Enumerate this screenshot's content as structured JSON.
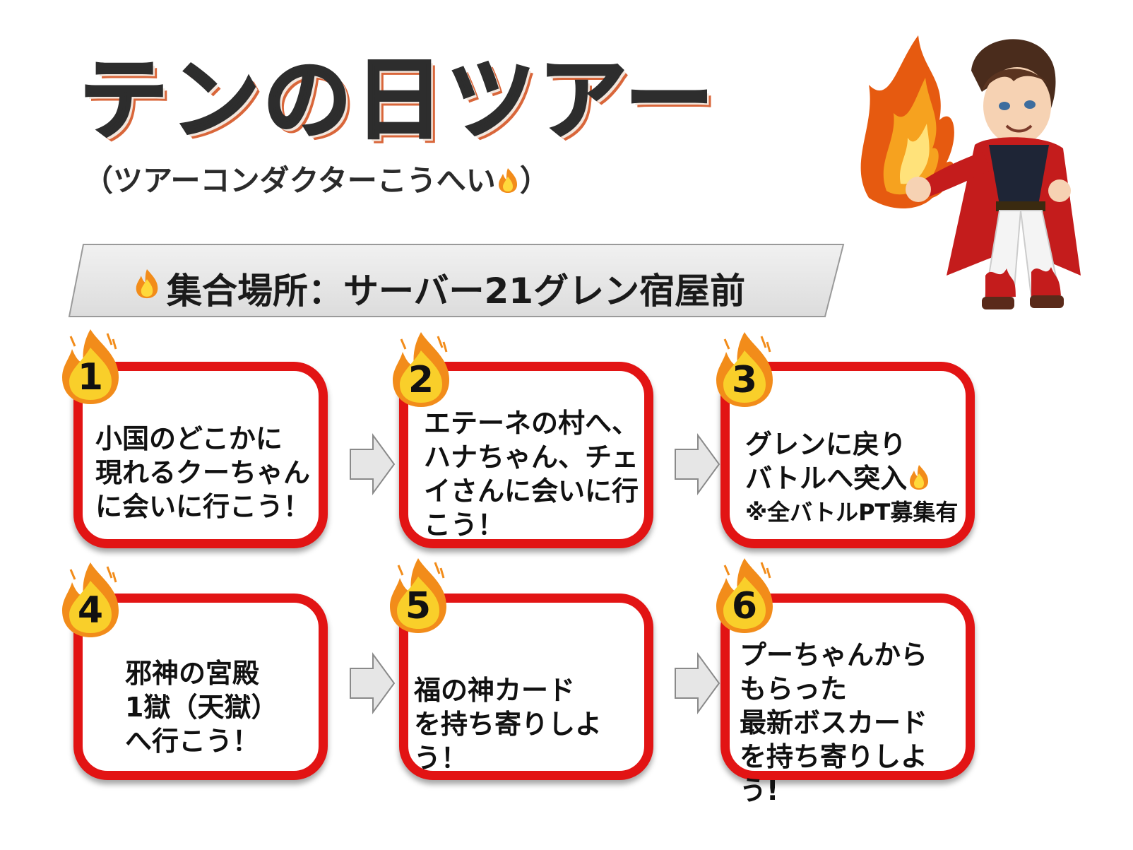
{
  "title": "テンの日ツアー",
  "subtitle": {
    "text": "（ツアーコンダクターこうへい",
    "close": "）"
  },
  "banner": {
    "text": "集合場所：サーバー21グレン宿屋前"
  },
  "steps": [
    {
      "number": "1",
      "text": "小国のどこかに\n現れるクーちゃん\nに会いに行こう！"
    },
    {
      "number": "2",
      "text": "エテーネの村へ、\nハナちゃん、チェ\nイさんに会いに行\nこう！"
    },
    {
      "number": "3",
      "text": "グレンに戻り\nバトルへ突入",
      "note": "※全バトルPT募集有"
    },
    {
      "number": "4",
      "text": "邪神の宮殿\n1獄（天獄）\nへ行こう！"
    },
    {
      "number": "5",
      "text": "福の神カード\nを持ち寄りしよう！"
    },
    {
      "number": "6",
      "text": "プーちゃんから\nもらった\n最新ボスカード\nを持ち寄りしよう!"
    }
  ],
  "icons": {
    "flame": "fire-icon",
    "arrow": "arrow-right-icon",
    "character": "character-illustration"
  },
  "colors": {
    "card_border": "#e21414",
    "badge_fill": "#f7c51e",
    "title_shadow": "#d9663a"
  }
}
